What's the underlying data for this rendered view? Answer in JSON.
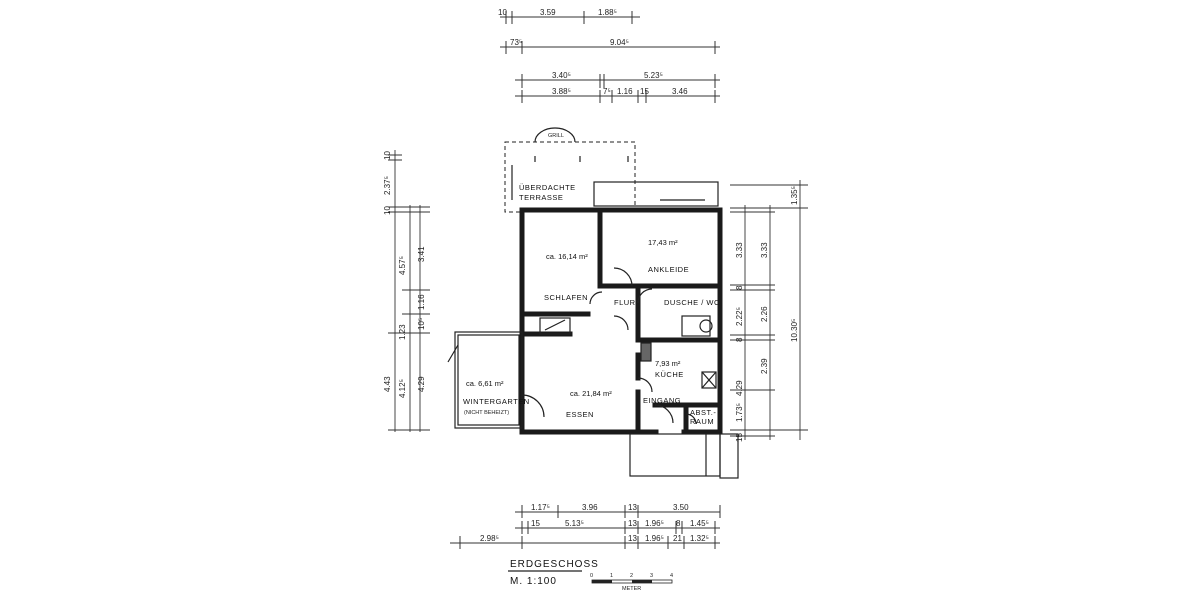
{
  "title": "ERDGESCHOSS",
  "scale": "M. 1:100",
  "scale_bar": {
    "ticks": [
      "0",
      "1",
      "2",
      "3",
      "4"
    ],
    "unit": "METER"
  },
  "rooms": {
    "schlafen": {
      "name": "SCHLAFEN",
      "area": "ca. 16,14 m²"
    },
    "ankleide": {
      "name": "ANKLEIDE",
      "area": "17,43 m²"
    },
    "flur": {
      "name": "FLUR"
    },
    "dusche": {
      "name": "DUSCHE / WC"
    },
    "kueche": {
      "name": "KÜCHE",
      "area": "7,93 m²"
    },
    "essen": {
      "name": "ESSEN",
      "area": "ca. 21,84 m²"
    },
    "wintergarten": {
      "name": "WINTERGARTEN",
      "note": "(NICHT BEHEIZT)",
      "area": "ca. 6,61 m²"
    },
    "eingang": {
      "name": "EINGANG"
    },
    "abstraum": {
      "name1": "ABST.-",
      "name2": "RAUM"
    },
    "terrasse": {
      "name1": "ÜBERDACHTE",
      "name2": "TERRASSE"
    },
    "grill": {
      "name": "GRILL"
    }
  },
  "dims_top": {
    "row1": [
      "10",
      "3.59",
      "1.88⁵"
    ],
    "row2": [
      "73⁵",
      "9.04⁵"
    ],
    "row3": [
      "3.40⁵",
      "5.23⁵"
    ],
    "row4": [
      "3.88⁵",
      "7⁵",
      "1.16",
      "15",
      "3.46"
    ]
  },
  "dims_bottom": {
    "row1": [
      "1.17⁵",
      "3.96",
      "13",
      "3.50"
    ],
    "row2": [
      "15",
      "5.13⁵",
      "13",
      "1.96⁵",
      "8",
      "1.45⁵"
    ],
    "row3": [
      "2.98⁵",
      "13",
      "1.96⁵",
      "21",
      "1.32⁵"
    ]
  },
  "dims_left": {
    "outer": [
      "10",
      "2.37⁵",
      "10",
      "4.57⁵",
      "1.23",
      "4.43",
      "4.12⁵"
    ],
    "inner": [
      "3.41",
      "1.16",
      "10⁵",
      "4.29"
    ]
  },
  "dims_right": {
    "col1": [
      "1.35⁵",
      "3.33",
      "8",
      "2.22⁵",
      "8",
      "4.29",
      "1.73⁵",
      "15"
    ],
    "col2": [
      "3.33",
      "2.26",
      "2.39"
    ],
    "total": "10.30⁵"
  }
}
